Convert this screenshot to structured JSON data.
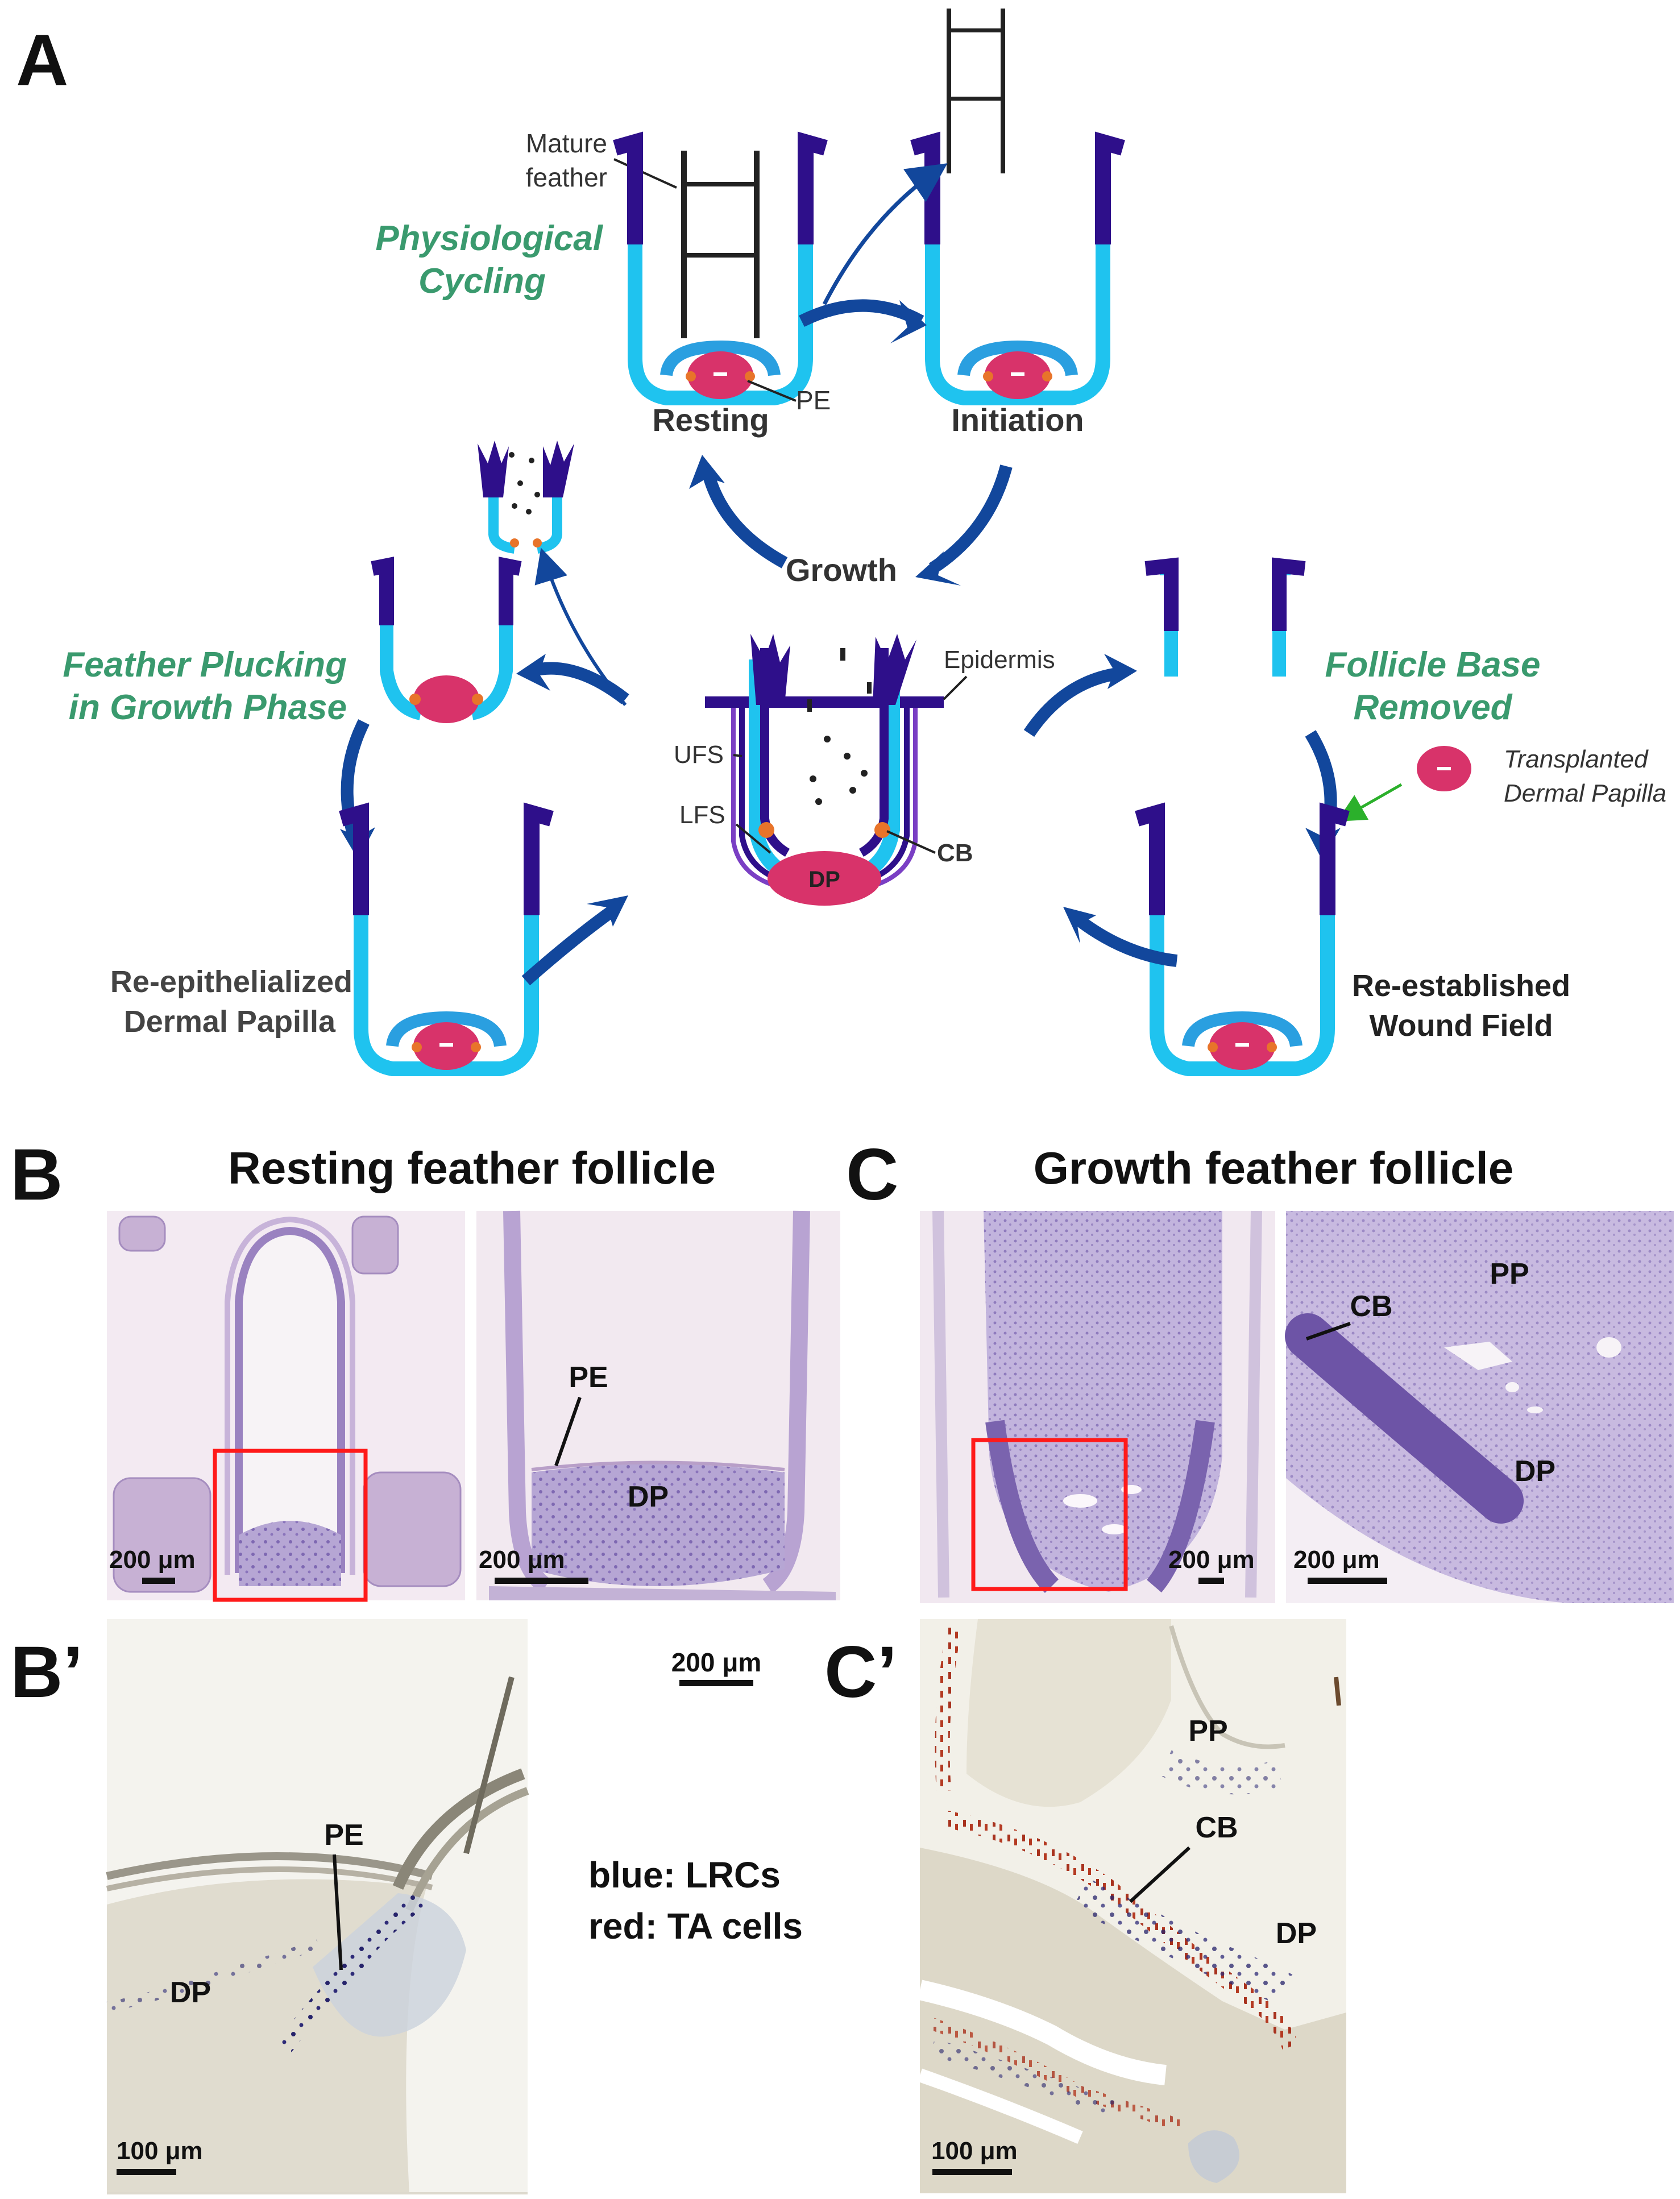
{
  "colors": {
    "follicle_dark": "#2e0f8a",
    "follicle_light": "#1fc3ef",
    "follicle_mid": "#2a9fe0",
    "papilla": "#d8336a",
    "collar": "#e8742a",
    "arrow": "#12479c",
    "green_label": "#3a9a6e",
    "box_red": "#ff1a1a",
    "he_bg": "#efe6ef",
    "he_tissue": "#a490c6",
    "ihc_bg": "#f3f1ea"
  },
  "panel_a": {
    "letter": "A",
    "physiological": [
      "Physiological",
      "Cycling"
    ],
    "mature_feather": [
      "Mature",
      "feather"
    ],
    "pe": "PE",
    "resting": "Resting",
    "initiation": "Initiation",
    "growth": "Growth",
    "epidermis": "Epidermis",
    "ufs": "UFS",
    "lfs": "LFS",
    "dp": "DP",
    "cb": "CB",
    "plucking": [
      "Feather Plucking",
      "in Growth Phase"
    ],
    "base_removed": [
      "Follicle Base",
      "Removed"
    ],
    "transplanted": [
      "Transplanted",
      "Dermal Papilla"
    ],
    "reepi": [
      "Re-epithelialized",
      "Dermal Papilla"
    ],
    "reest": [
      "Re-established",
      "Wound Field"
    ]
  },
  "panel_b": {
    "letter": "B",
    "title": "Resting feather follicle",
    "pe": "PE",
    "dp": "DP",
    "scale_left": "200 μm",
    "scale_right": "200 μm"
  },
  "panel_c": {
    "letter": "C",
    "title": "Growth feather follicle",
    "cb": "CB",
    "pp": "PP",
    "dp": "DP",
    "scale_left": "200 μm",
    "scale_right": "200 μm"
  },
  "panel_b_prime": {
    "letter": "B’",
    "pe": "PE",
    "dp": "DP",
    "scale": "100 μm"
  },
  "middle": {
    "scale": "200 μm",
    "legend_blue": "blue: LRCs",
    "legend_red": "red: TA cells"
  },
  "panel_c_prime": {
    "letter": "C’",
    "pp": "PP",
    "cb": "CB",
    "dp": "DP",
    "scale": "100 μm"
  }
}
